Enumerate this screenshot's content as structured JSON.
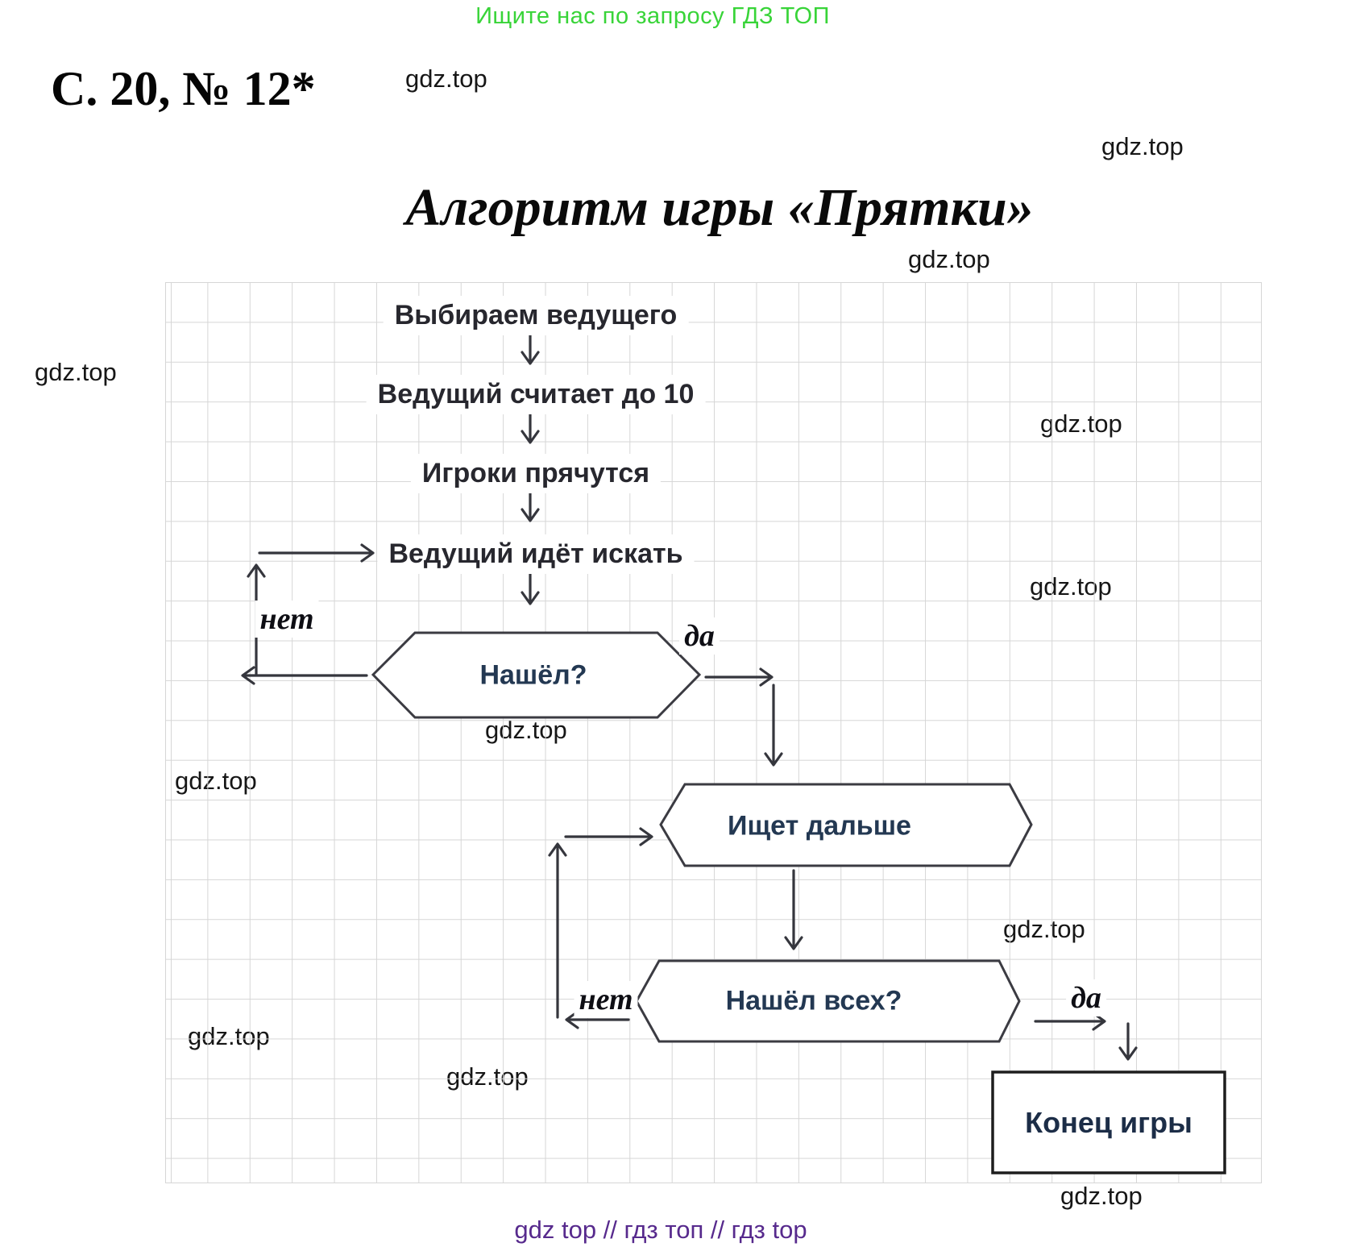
{
  "header": {
    "promo_text": "Ищите нас по запросу ГДЗ ТОП"
  },
  "page": {
    "heading": "С. 20, № 12*",
    "title": "Алгоритм игры «Прятки»"
  },
  "watermark": {
    "label": "gdz.top"
  },
  "flowchart": {
    "steps": [
      "Выбираем ведущего",
      "Ведущий считает до 10",
      "Игроки прячутся",
      "Ведущий идёт искать"
    ],
    "decision_first": "Нашёл?",
    "process_continue": "Ищет дальше",
    "decision_all": "Нашёл всех?",
    "terminal": "Конец игры",
    "label_no": "нет",
    "label_yes": "да"
  },
  "footer": {
    "text": "gdz top  //  гдз топ  //  гдз top"
  },
  "colors": {
    "promo_green": "#38d438",
    "footer_purple": "#572a8d",
    "grid_line": "#d6d6d6",
    "ink": "#27272e",
    "shape_ink": "#233852"
  }
}
